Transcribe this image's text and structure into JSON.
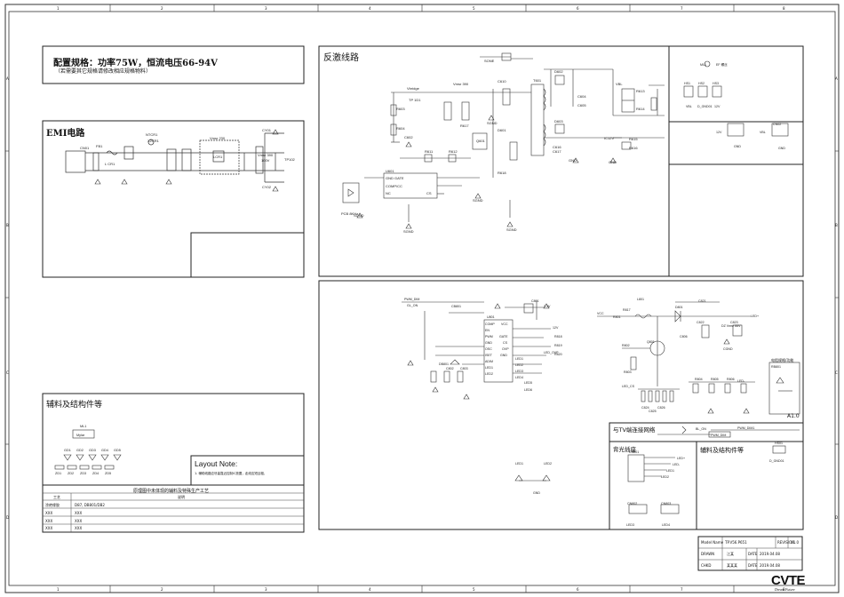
{
  "border": {
    "columns": [
      "1",
      "2",
      "3",
      "4",
      "5",
      "6",
      "7",
      "8"
    ],
    "rows": [
      "A",
      "B",
      "C",
      "D"
    ]
  },
  "config": {
    "title": "配置规格：功率75W，恒流电压66-94V",
    "subtitle": "（若需要其它规格请修改相应规格物料）"
  },
  "emi": {
    "title": "EMI电路",
    "labels": [
      "CN01",
      "FB1",
      "L CR1",
      "NTCR1",
      "X2CR1",
      "Vmsr 230",
      "LCR1",
      "CY01",
      "CY02",
      "Vmsr 390",
      "TP102",
      "100V"
    ]
  },
  "flyback": {
    "title": "反激线路",
    "labels": [
      "Vbridge",
      "Vmsr 390",
      "SONE",
      "TP 1D1",
      "R603",
      "R604",
      "C602",
      "U601",
      "GND GATE",
      "COMP/CC",
      "NC",
      "CS",
      "PCB 8KHz",
      "R611",
      "R612",
      "C610",
      "T601",
      "D602",
      "D603",
      "VBL",
      "GND",
      "C604",
      "C605",
      "IC12V",
      "R613",
      "R614",
      "R615",
      "R616",
      "C616",
      "C617",
      "R617",
      "Q601",
      "D601",
      "R618"
    ],
    "grounds": [
      "SGND",
      "SGND",
      "SGND",
      "GND",
      "GND",
      "SGND"
    ]
  },
  "led_driver": {
    "labels": [
      "PWM_DIM",
      "GL_ON",
      "CB801",
      "U801",
      "COMP",
      "EN",
      "PWM",
      "GND",
      "OSC",
      "ISET",
      "ADIM",
      "LED1",
      "LED2",
      "VCC",
      "GATE",
      "CS",
      "OVP",
      "GND",
      "L801",
      "Q801",
      "D801",
      "C806",
      "R801",
      "R802",
      "R803",
      "R804",
      "R805",
      "R806",
      "C801",
      "C802",
      "C803",
      "LED_CS",
      "LED+",
      "LED-",
      "12V",
      "3.3V",
      "R817",
      "C821",
      "C822",
      "C823",
      "C824",
      "C825",
      "C826",
      "R818",
      "R819",
      "R820",
      "DZ Vmsr 66V",
      "CGND",
      "DB801",
      "LED1",
      "LED2",
      "LED3",
      "LED4",
      "LED5",
      "LED6",
      "LED_OVP",
      "RB801"
    ],
    "note_box_title": "电阻规格/功能",
    "version": "A1.0"
  },
  "tv_interface": {
    "title": "与TV端连接网络",
    "signals": [
      "BL_ON",
      "PWM_DIM",
      "PWM_DIM1"
    ]
  },
  "backlight": {
    "title": "背光插座",
    "labels": [
      "CN801",
      "CN802",
      "CN803",
      "LED+",
      "LED-",
      "LED1",
      "LED2",
      "LED3",
      "LED4"
    ]
  },
  "top_right": {
    "labels": [
      "ML1",
      "EF 螺丝",
      "HS1",
      "HS2",
      "HS3",
      "VBL",
      "D_GND01",
      "12V",
      "12V",
      "GND",
      "VBL",
      "CN02",
      "GND"
    ]
  },
  "aux_left": {
    "title": "辅料及结构件等",
    "labels": [
      "ML1",
      "Mylar",
      "GD1",
      "GD2",
      "GD3",
      "GD4",
      "GD5",
      "ZD1",
      "ZD2",
      "ZD3",
      "ZD4",
      "ZD5"
    ]
  },
  "aux_right": {
    "title": "辅料及结构件等",
    "labels": [
      "HS01",
      "D_GND01"
    ]
  },
  "layout_note": {
    "title": "Layout Note:",
    "text": "1. 辅助线路应尽量靠近控制IC放置，走线应短且粗，"
  },
  "process_table": {
    "title": "原理图中未体现的辅料及特殊生产工艺",
    "header": [
      "工艺",
      "说明"
    ],
    "rows": [
      [
        "涂绝缘胶",
        "D87, DB801/DB2"
      ],
      [
        "XXX",
        "XXX"
      ],
      [
        "XXX",
        "XXX"
      ],
      [
        "XXX",
        "XXX"
      ]
    ]
  },
  "leds_bottom": {
    "labels": [
      "LED1",
      "LED2",
      "GND"
    ]
  },
  "title_block": {
    "logo": "CVTE",
    "tagline": "Dream Future",
    "rows": [
      [
        "Model Name",
        "TP.V56.P651",
        "REVISION",
        "V1.0"
      ],
      [
        "DRAWN",
        "江某",
        "DATE",
        "2019.04.08"
      ],
      [
        "CHKD",
        "某某某",
        "DATE",
        "2019.04.08"
      ]
    ]
  }
}
